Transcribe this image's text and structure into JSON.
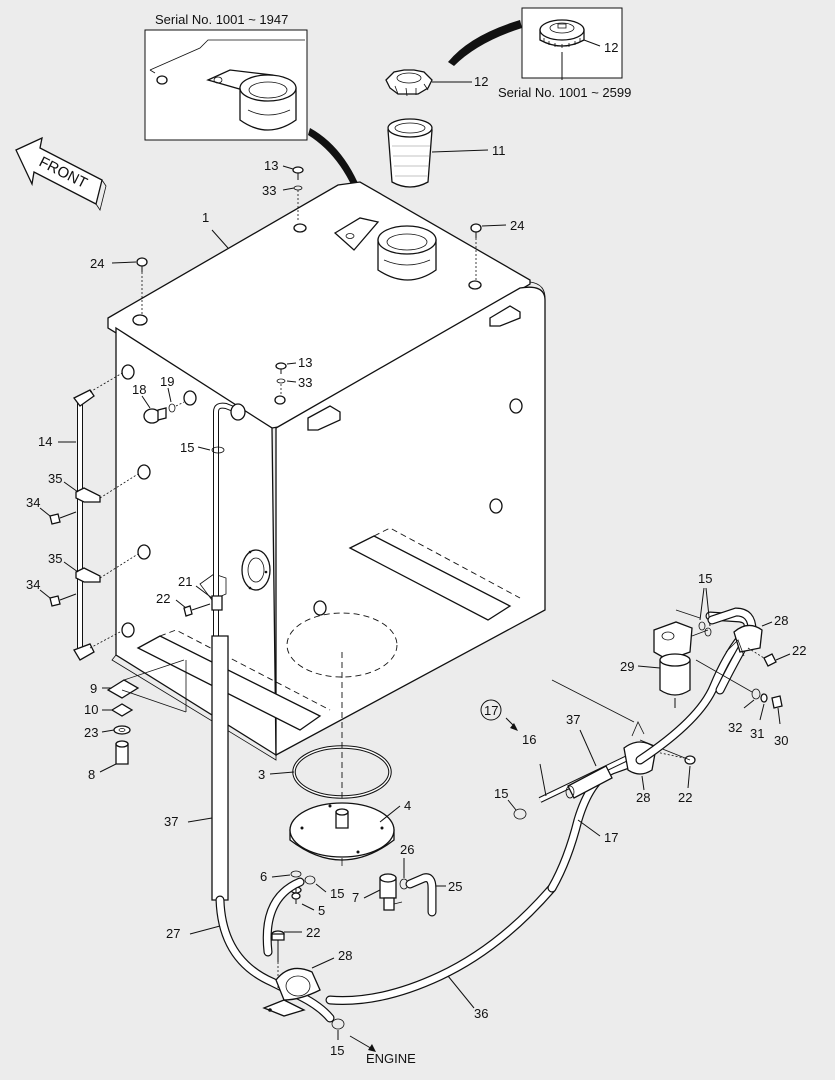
{
  "captions": {
    "serial_top": "Serial No. 1001 ~ 1947",
    "serial_right": "Serial No. 1001 ~ 2599",
    "front": "FRONT",
    "engine": "ENGINE"
  },
  "labels": {
    "l1": "1",
    "l3": "3",
    "l4": "4",
    "l5": "5",
    "l6": "6",
    "l7": "7",
    "l8": "8",
    "l9": "9",
    "l10": "10",
    "l11": "11",
    "l12a": "12",
    "l12b": "12",
    "l13a": "13",
    "l13b": "13",
    "l14": "14",
    "l15a": "15",
    "l15b": "15",
    "l15c": "15",
    "l15d": "15",
    "l15e": "15",
    "l16": "16",
    "l17": "17",
    "l17c": "17",
    "l18": "18",
    "l19": "19",
    "l21": "21",
    "l22a": "22",
    "l22b": "22",
    "l22c": "22",
    "l22d": "22",
    "l23": "23",
    "l24a": "24",
    "l24b": "24",
    "l25": "25",
    "l26": "26",
    "l27": "27",
    "l28a": "28",
    "l28b": "28",
    "l28c": "28",
    "l29": "29",
    "l30": "30",
    "l31": "31",
    "l32": "32",
    "l33a": "33",
    "l33b": "33",
    "l34a": "34",
    "l34b": "34",
    "l35a": "35",
    "l35b": "35",
    "l36": "36",
    "l37a": "37",
    "l37b": "37"
  }
}
